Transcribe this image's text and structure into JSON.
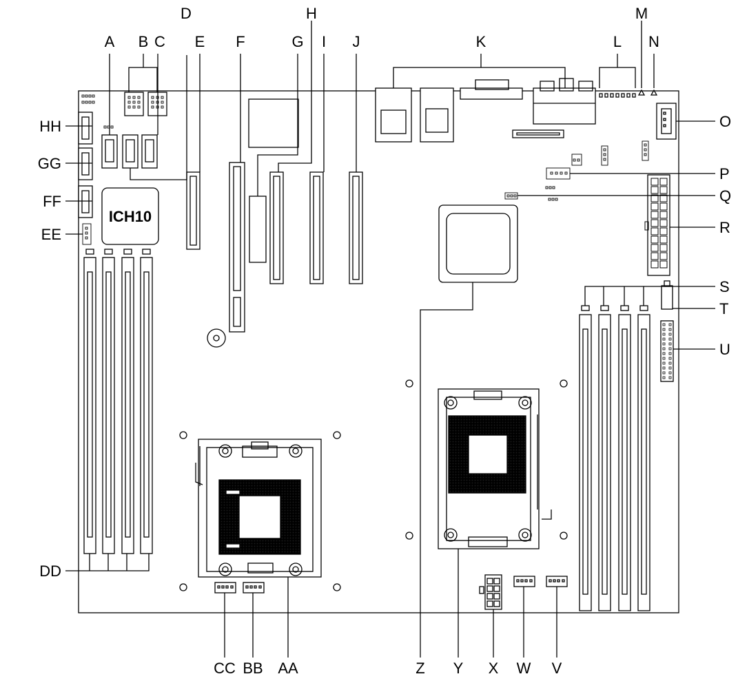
{
  "diagram": {
    "chip_label": "ICH10",
    "labels": {
      "A": "A",
      "B": "B",
      "C": "C",
      "D": "D",
      "E": "E",
      "F": "F",
      "G": "G",
      "H": "H",
      "I": "I",
      "J": "J",
      "K": "K",
      "L": "L",
      "M": "M",
      "N": "N",
      "O": "O",
      "P": "P",
      "Q": "Q",
      "R": "R",
      "S": "S",
      "T": "T",
      "U": "U",
      "V": "V",
      "W": "W",
      "X": "X",
      "Y": "Y",
      "Z": "Z",
      "AA": "AA",
      "BB": "BB",
      "CC": "CC",
      "DD": "DD",
      "EE": "EE",
      "FF": "FF",
      "GG": "GG",
      "HH": "HH"
    },
    "colors": {
      "line": "#000000",
      "background": "#ffffff",
      "socket_pins": "#1a1a1a"
    }
  }
}
